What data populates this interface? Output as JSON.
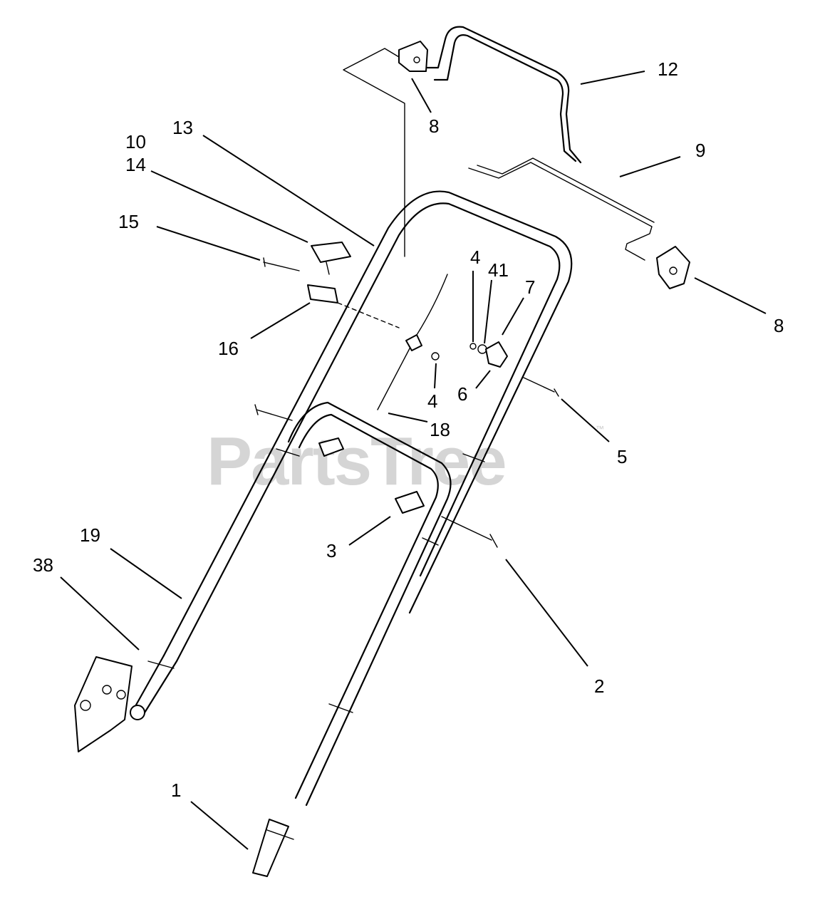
{
  "watermark": {
    "text": "PartsTree",
    "trademark": "™"
  },
  "callouts": {
    "c1": "1",
    "c2": "2",
    "c3": "3",
    "c4a": "4",
    "c4b": "4",
    "c41": "41",
    "c5": "5",
    "c6": "6",
    "c7": "7",
    "c8a": "8",
    "c8b": "8",
    "c9": "9",
    "c10": "10",
    "c12": "12",
    "c13": "13",
    "c14": "14",
    "c15": "15",
    "c16": "16",
    "c18": "18",
    "c19": "19",
    "c38": "38"
  }
}
